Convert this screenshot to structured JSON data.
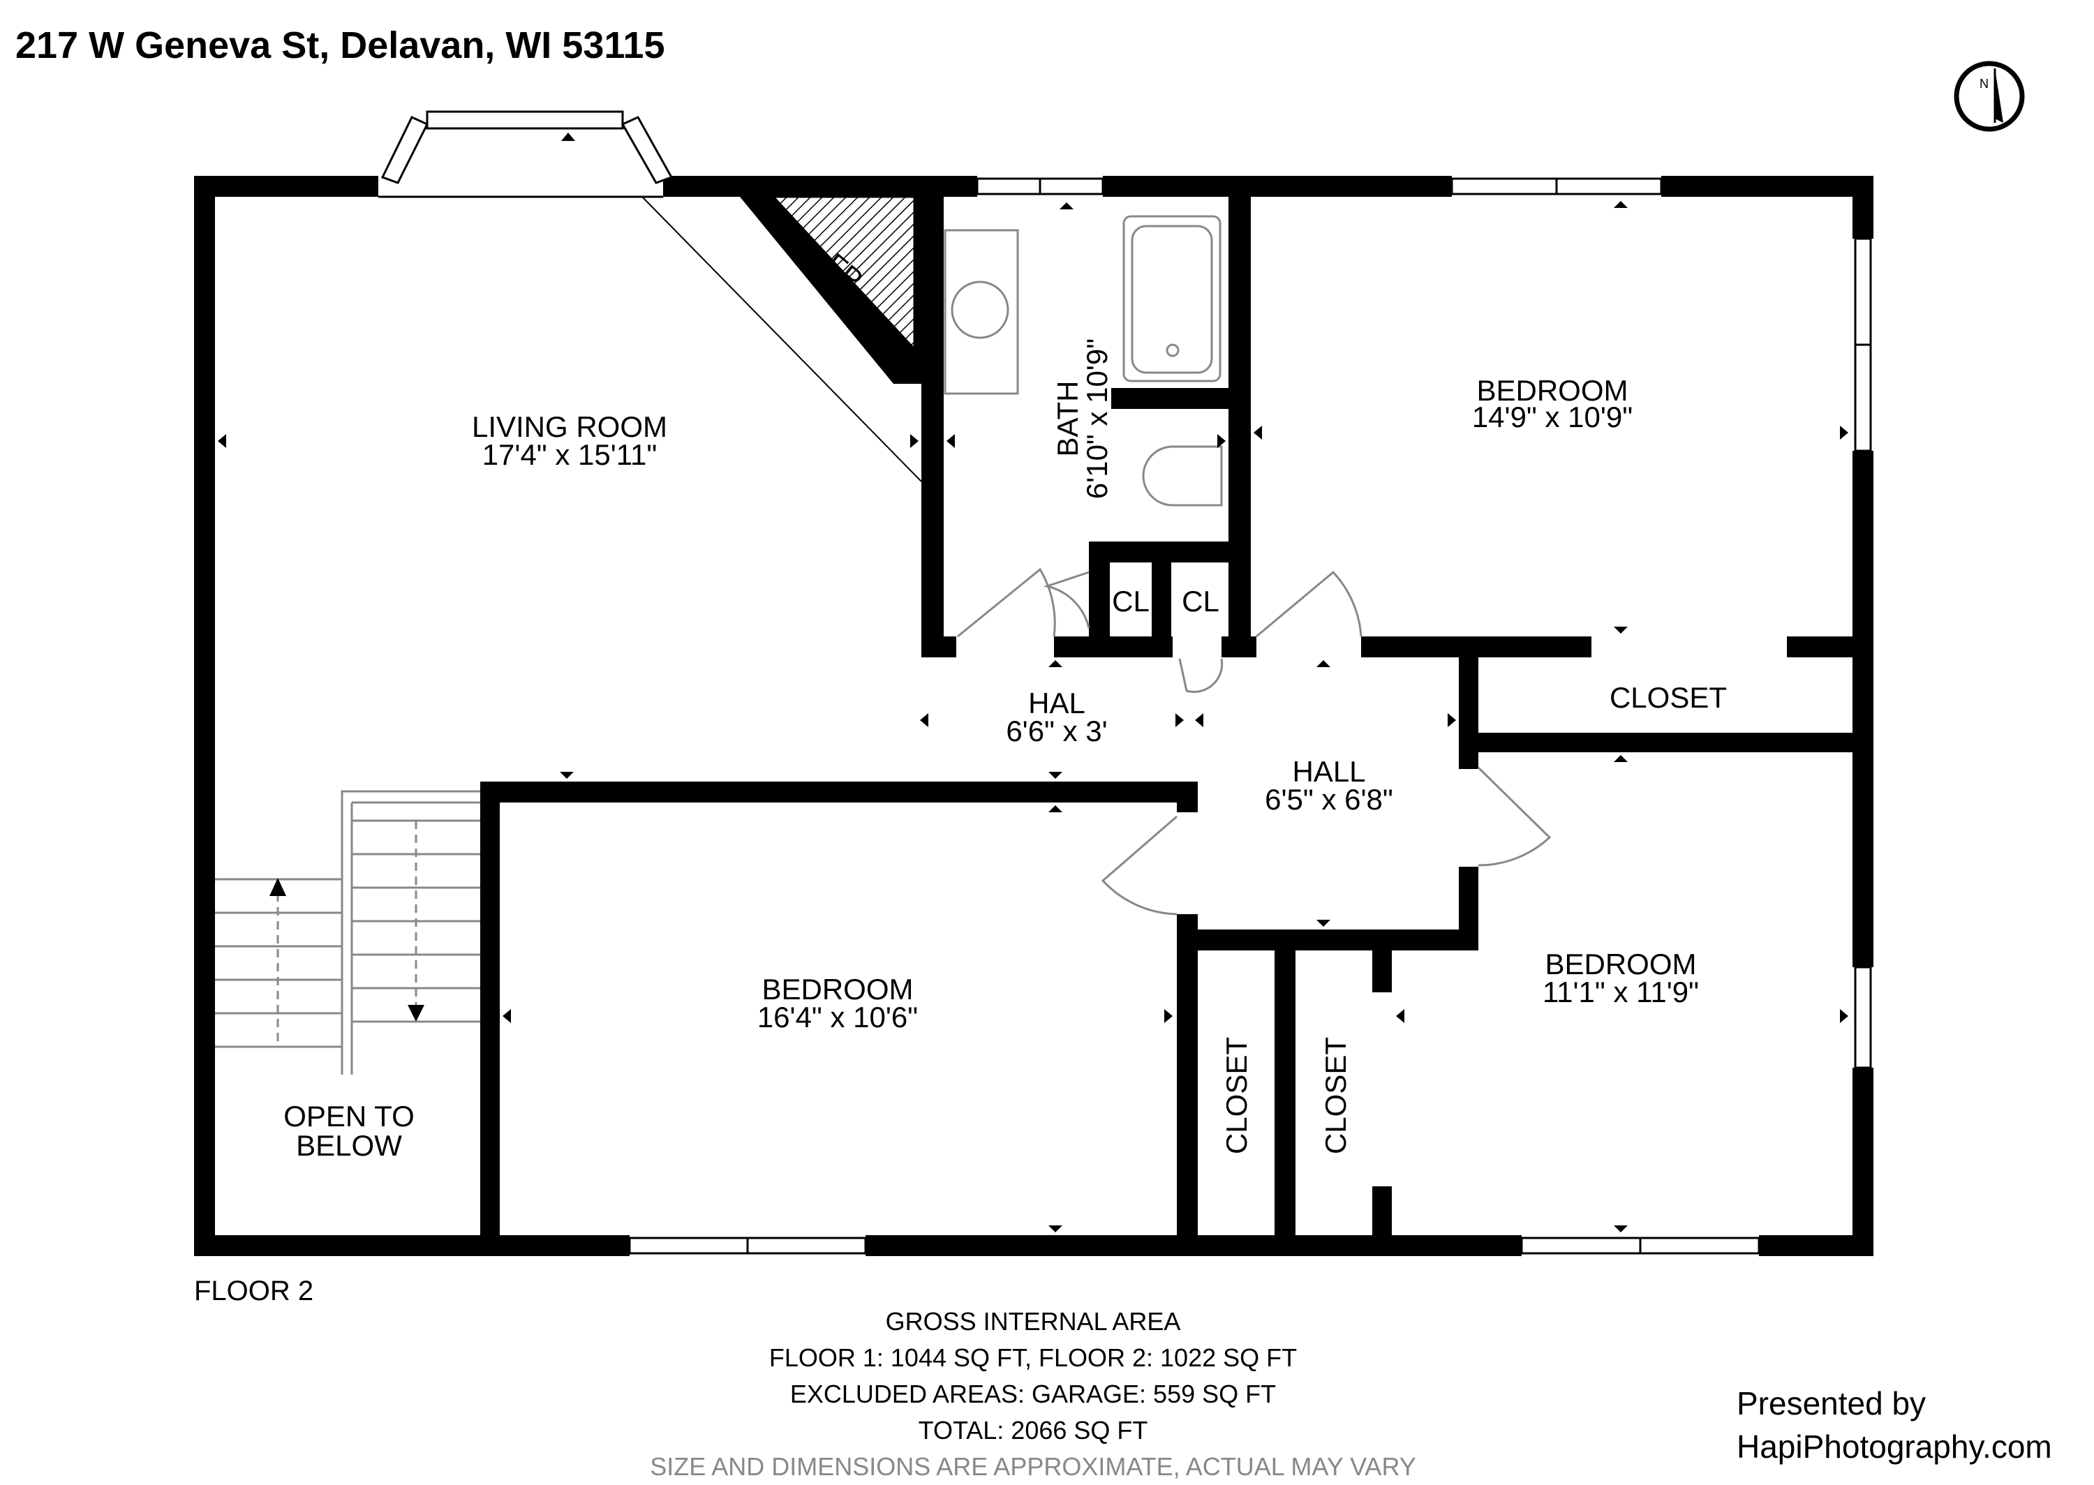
{
  "header": {
    "address": "217 W Geneva St, Delavan, WI 53115"
  },
  "compass": {
    "north_label": "N"
  },
  "rooms": {
    "living_room": {
      "name": "LIVING ROOM",
      "dims": "17'4\" x 15'11\""
    },
    "bath": {
      "name": "BATH",
      "dims": "6'10\" x 10'9\""
    },
    "bedroom_ne": {
      "name": "BEDROOM",
      "dims": "14'9\" x 10'9\""
    },
    "fireplace": {
      "name": "FP"
    },
    "closet_a": {
      "name": "CL"
    },
    "closet_b": {
      "name": "CL"
    },
    "hal": {
      "name": "HAL",
      "dims": "6'6\" x 3'"
    },
    "closet_e": {
      "name": "CLOSET"
    },
    "hall": {
      "name": "HALL",
      "dims": "6'5\" x 6'8\""
    },
    "bedroom_sw": {
      "name": "BEDROOM",
      "dims": "16'4\" x 10'6\""
    },
    "bedroom_se": {
      "name": "BEDROOM",
      "dims": "11'1\" x 11'9\""
    },
    "closet_1": {
      "name": "CLOSET"
    },
    "closet_2": {
      "name": "CLOSET"
    },
    "open_below": {
      "line1": "OPEN TO",
      "line2": "BELOW"
    }
  },
  "floor_label": "FLOOR 2",
  "area_summary": {
    "title": "GROSS INTERNAL AREA",
    "floors": "FLOOR 1: 1044 SQ FT, FLOOR 2: 1022 SQ FT",
    "excluded": "EXCLUDED AREAS: GARAGE: 559 SQ FT",
    "total": "TOTAL: 2066 SQ FT",
    "disclaimer": "SIZE AND DIMENSIONS ARE APPROXIMATE, ACTUAL MAY VARY"
  },
  "credit": {
    "line1": "Presented by",
    "line2": "HapiPhotography.com"
  }
}
